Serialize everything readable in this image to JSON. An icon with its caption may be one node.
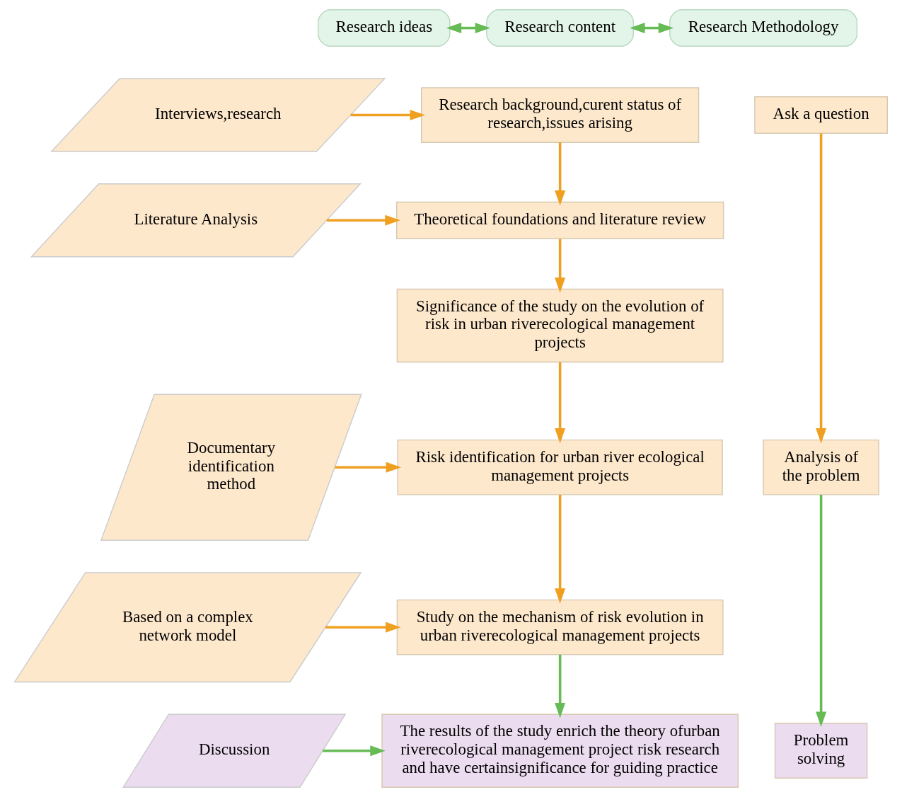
{
  "diagram": {
    "nodes": [
      {
        "text": [
          "Research ideas"
        ]
      },
      {
        "text": [
          "Research content"
        ]
      },
      {
        "text": [
          "Research Methodology"
        ]
      },
      {
        "text": [
          "Ask a question"
        ]
      },
      {
        "text": [
          "Research background,curent status of research,issues arising"
        ]
      },
      {
        "text": [
          "Interviews,research"
        ]
      },
      {
        "text": [
          "Theoretical foundations and literature review"
        ]
      },
      {
        "text": [
          "Literature Analysis"
        ]
      },
      {
        "text": [
          "Significance of the study on the evolution of risk in urban riverecological management projects"
        ]
      },
      {
        "text": [
          "Analysis of the problem"
        ]
      },
      {
        "text": [
          "Risk identification for urban river ecological management projects"
        ]
      },
      {
        "text": [
          "Documentary identification method"
        ]
      },
      {
        "text": [
          "Study on the mechanism of risk evolution in urban riverecological management projects"
        ]
      },
      {
        "text": [
          "Based on a complex network model"
        ]
      },
      {
        "text": [
          "Problem solving"
        ]
      },
      {
        "text": [
          "The results of the study enrich the theory ofurban riverecological management project risk research and have certainsignificance for guiding practice"
        ]
      },
      {
        "text": [
          "Discussion"
        ]
      }
    ],
    "edges": [
      {
        "from": 0,
        "to": 1,
        "arrow": "both",
        "color": "#66bb55"
      },
      {
        "from": 1,
        "to": 2,
        "arrow": "both",
        "color": "#66bb55"
      },
      {
        "from": 5,
        "to": 4,
        "arrow": "to"
      },
      {
        "from": 4,
        "to": 6,
        "arrow": "to"
      },
      {
        "from": 7,
        "to": 6,
        "arrow": "to"
      },
      {
        "from": 6,
        "to": 8,
        "arrow": "to"
      },
      {
        "from": 3,
        "to": 9,
        "arrow": "to"
      },
      {
        "from": 8,
        "to": 10,
        "arrow": "to"
      },
      {
        "from": 11,
        "to": 10,
        "arrow": "to"
      },
      {
        "from": 10,
        "to": 12,
        "arrow": "to"
      },
      {
        "from": 13,
        "to": 12,
        "arrow": "to"
      },
      {
        "from": 9,
        "to": 14,
        "arrow": "to",
        "color": "#66bb55"
      },
      {
        "from": 12,
        "to": 15,
        "arrow": "to",
        "color": "#66bb55"
      },
      {
        "from": 16,
        "to": 15,
        "arrow": "to",
        "color": "#66bb55"
      }
    ]
  }
}
